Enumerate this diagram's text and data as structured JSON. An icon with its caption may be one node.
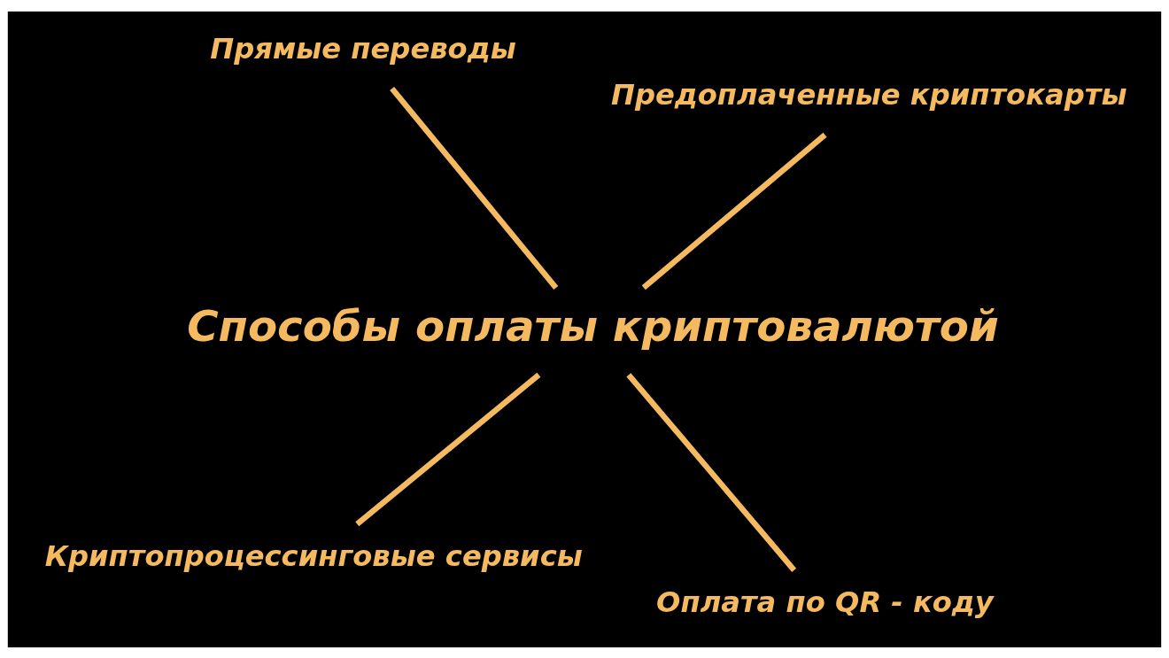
{
  "diagram": {
    "nodes": [
      {
        "text": [
          "Криптопроцессинговые сервисы"
        ]
      },
      {
        "text": [
          "Оплата по QR - коду"
        ]
      },
      {
        "text": [
          "Способы оплаты криптовалютой"
        ]
      },
      {
        "text": [
          "Прямые переводы"
        ]
      },
      {
        "text": [
          "Предоплаченные криптокарты"
        ]
      }
    ],
    "edges": [
      {
        "from": 2,
        "to": 0,
        "arrow": "none"
      },
      {
        "from": 2,
        "to": 1,
        "arrow": "none"
      },
      {
        "from": 2,
        "to": 3,
        "arrow": "none"
      },
      {
        "from": 2,
        "to": 4,
        "arrow": "none"
      }
    ]
  }
}
